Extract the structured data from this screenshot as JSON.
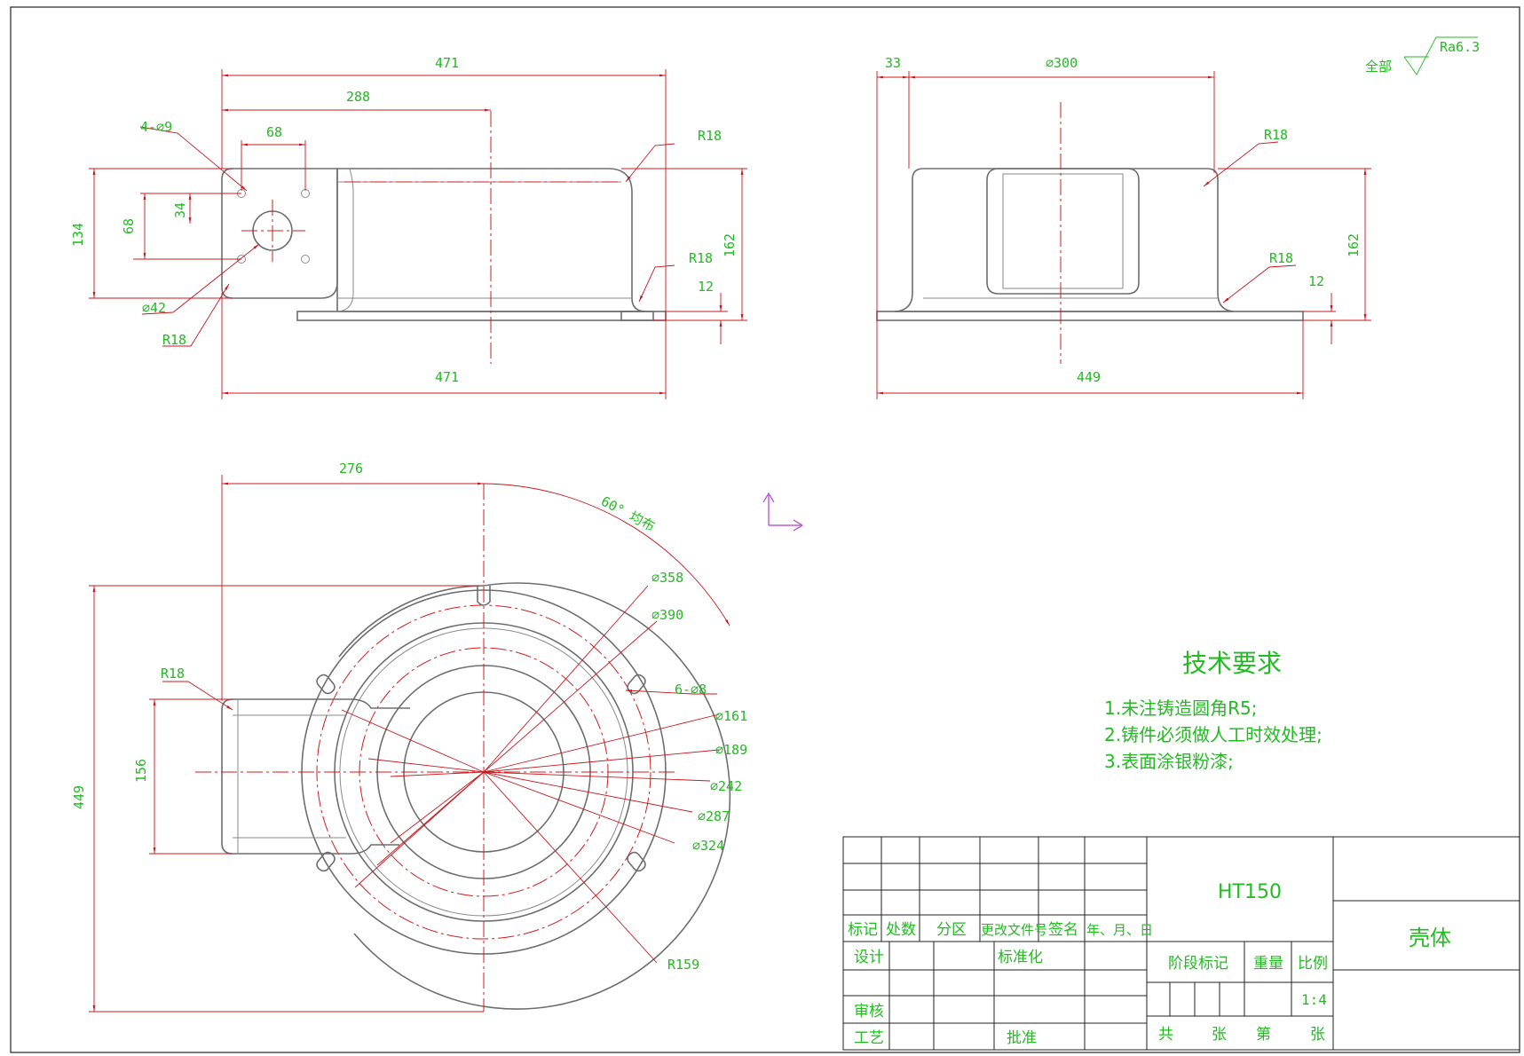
{
  "roughness": {
    "scope": "全部",
    "value": "Ra6.3"
  },
  "front_view": {
    "dims": [
      "471",
      "288",
      "4-⌀9",
      "68",
      "R18",
      "134",
      "68",
      "34",
      "162",
      "R18",
      "12",
      "⌀42",
      "R18",
      "471"
    ]
  },
  "side_view": {
    "dims": [
      "33",
      "⌀300",
      "R18",
      "162",
      "R18",
      "12",
      "449"
    ]
  },
  "top_view": {
    "dims": [
      "276",
      "60° 均布",
      "⌀358",
      "⌀390",
      "R18",
      "6-⌀8",
      "⌀161",
      "⌀189",
      "156",
      "449",
      "⌀242",
      "⌀287",
      "⌀324",
      "R159"
    ]
  },
  "tech_requirements": {
    "title": "技术要求",
    "items": [
      "1.未注铸造圆角R5;",
      "2.铸件必须做人工时效处理;",
      "3.表面涂银粉漆;"
    ]
  },
  "title_block": {
    "material": "HT150",
    "part_name": "壳体",
    "header_row": [
      "标记",
      "处数",
      "分区",
      "更改文件号",
      "签名",
      "年、月、日"
    ],
    "design": "设计",
    "standardization": "标准化",
    "review": "审核",
    "process": "工艺",
    "approve": "批准",
    "stage_mark": "阶段标记",
    "weight": "重量",
    "scale_label": "比例",
    "scale": "1:4",
    "total": "共",
    "sheets": "张",
    "sheet_no": "第",
    "sheet_unit": "张"
  }
}
